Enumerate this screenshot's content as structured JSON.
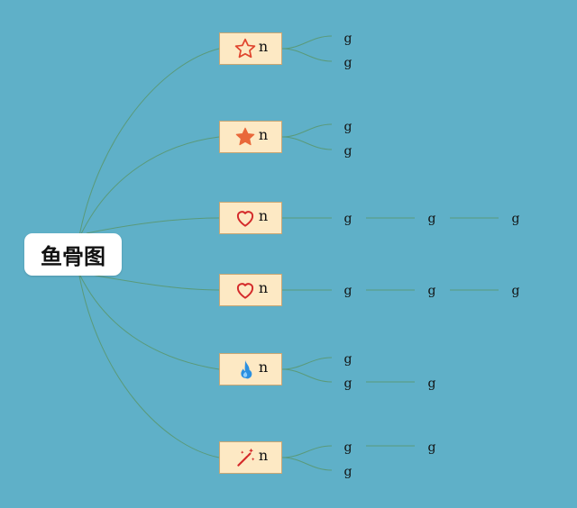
{
  "root": {
    "label": "鱼骨图"
  },
  "branches": [
    {
      "label": "n",
      "icon": "star-outline-icon",
      "leaves": [
        "g",
        "g"
      ]
    },
    {
      "label": "n",
      "icon": "star-filled-icon",
      "leaves": [
        "g",
        "g"
      ]
    },
    {
      "label": "n",
      "icon": "heart-outline-icon",
      "leaves": [
        "g",
        "g",
        "g"
      ]
    },
    {
      "label": "n",
      "icon": "heart-outline-icon",
      "leaves": [
        "g",
        "g",
        "g"
      ]
    },
    {
      "label": "n",
      "icon": "flame-icon",
      "leaves": [
        "g",
        "g",
        "g"
      ]
    },
    {
      "label": "n",
      "icon": "magic-wand-icon",
      "leaves": [
        "g",
        "g",
        "g"
      ]
    }
  ],
  "colors": {
    "background": "#5fb0c8",
    "connector": "#5a9a7a",
    "branch_fill": "#fde9c4",
    "star": "#e0452e",
    "heart": "#d42a2a",
    "flame": "#2a8fe0"
  }
}
